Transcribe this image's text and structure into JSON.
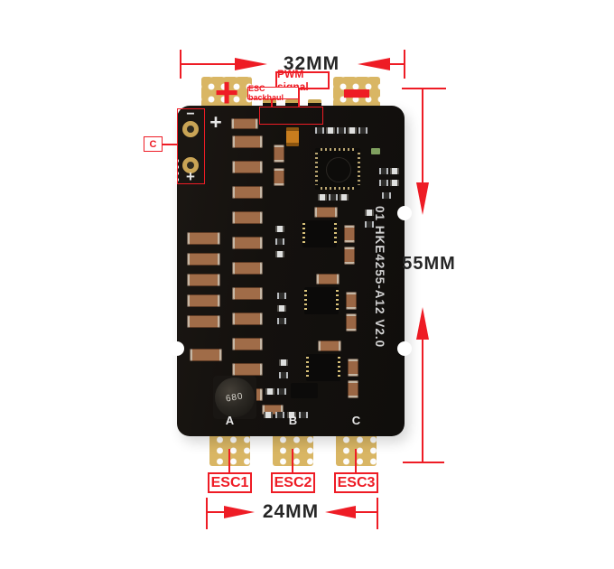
{
  "annotations": {
    "width_top": "32MM",
    "height_right": "55MM",
    "width_bottom": "24MM",
    "pwm_label": "PWM signal",
    "backhaul_label": "ESC backhaul",
    "cap_label": "C",
    "esc_labels": [
      "ESC1",
      "ESC2",
      "ESC3"
    ]
  },
  "board": {
    "model_silkscreen": "01 HKE4255-A12 V2.0",
    "phase_labels": [
      "A",
      "B",
      "C"
    ],
    "battery_positive": "+",
    "battery_negative": "−",
    "silk_plus": "+",
    "cap_region_minus": "−",
    "cap_region_plus": "+",
    "inductor_marking": "680"
  },
  "colors": {
    "annotation_red": "#ee1c25",
    "pad_gold": "#d9b664",
    "board_black": "#14110e",
    "dimension_text": "#262626"
  }
}
